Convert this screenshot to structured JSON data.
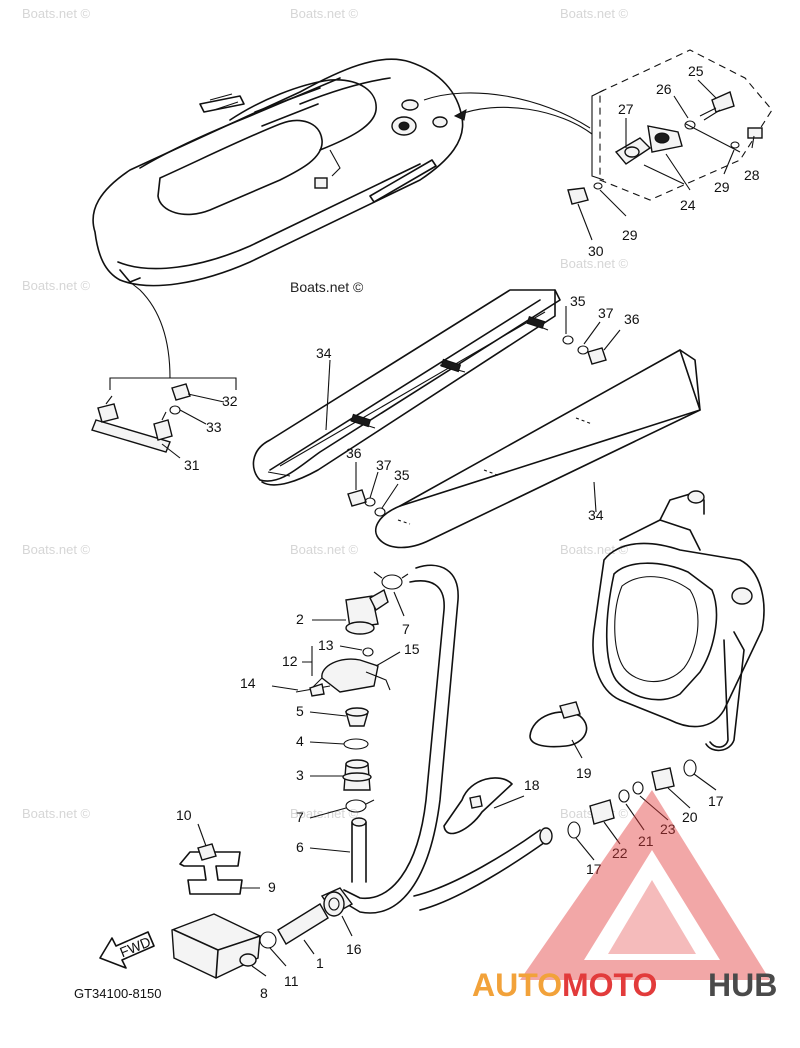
{
  "watermarks": {
    "top_1": "Boats.net ©",
    "top_2": "Boats.net ©",
    "top_3": "Boats.net ©",
    "mid_left": "Boats.net ©",
    "mid_center": "Boats.net ©",
    "mid_right": "Boats.net ©",
    "lower_left": "Boats.net ©",
    "lower_center": "Boats.net ©",
    "lower_right": "Boats.net ©",
    "bottom_left": "Boats.net ©",
    "bottom_right": "Boats.net ©",
    "on_diagram": "Boats.net ©"
  },
  "callouts": {
    "n1": "1",
    "n2": "2",
    "n3": "3",
    "n4": "4",
    "n5": "5",
    "n6": "6",
    "n7a": "7",
    "n7b": "7",
    "n8": "8",
    "n9": "9",
    "n10": "10",
    "n11": "11",
    "n12": "12",
    "n13": "13",
    "n14": "14",
    "n15": "15",
    "n16": "16",
    "n17a": "17",
    "n17b": "17",
    "n18": "18",
    "n19": "19",
    "n20": "20",
    "n21": "21",
    "n22": "22",
    "n23": "23",
    "n24": "24",
    "n25": "25",
    "n26": "26",
    "n27": "27",
    "n28": "28",
    "n29a": "29",
    "n29b": "29",
    "n30": "30",
    "n31": "31",
    "n32": "32",
    "n33": "33",
    "n34a": "34",
    "n34b": "34",
    "n35a": "35",
    "n35b": "35",
    "n36a": "36",
    "n36b": "36",
    "n37a": "37",
    "n37b": "37"
  },
  "fwd_label": "FWD",
  "diagram_code": "GT34100-8150",
  "logo": {
    "part1": "AUTO",
    "part2": "MOTO",
    "part3": "HUB"
  },
  "colors": {
    "line": "#111111",
    "logo_orange": "#f2a23a",
    "logo_red": "#e23b3b",
    "logo_gray": "#4a4a4a",
    "watermark": "#d6d6d6"
  }
}
